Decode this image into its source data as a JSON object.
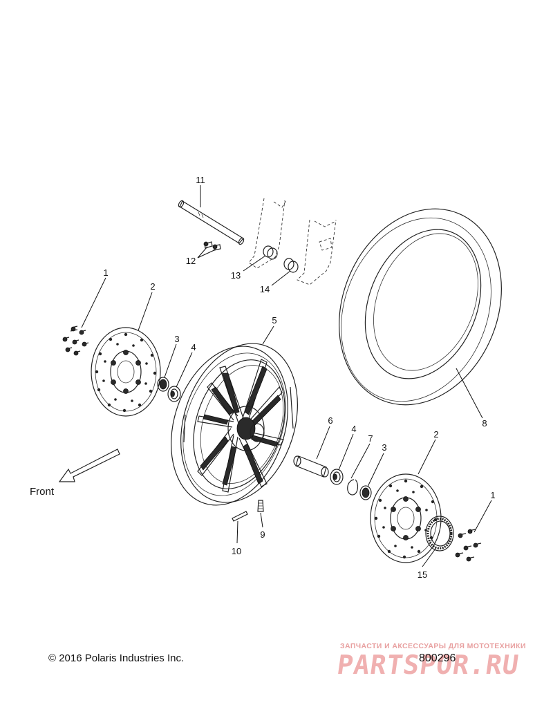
{
  "callouts": {
    "c1a": "1",
    "c2a": "2",
    "c3a": "3",
    "c4a": "4",
    "c5": "5",
    "c6": "6",
    "c4b": "4",
    "c7": "7",
    "c3b": "3",
    "c2b": "2",
    "c1b": "1",
    "c8": "8",
    "c9": "9",
    "c10": "10",
    "c11": "11",
    "c12": "12",
    "c13": "13",
    "c14": "14",
    "c15": "15"
  },
  "labels": {
    "front": "Front",
    "copyright": "© 2016 Polaris Industries Inc.",
    "part_number": "800296"
  },
  "watermark": {
    "tagline": "ЗАПЧАСТИ И АКСЕССУАРЫ ДЛЯ МОТОТЕХНИКИ",
    "brand": "PARTSPOR.RU",
    "color": "#f0b0b0"
  }
}
